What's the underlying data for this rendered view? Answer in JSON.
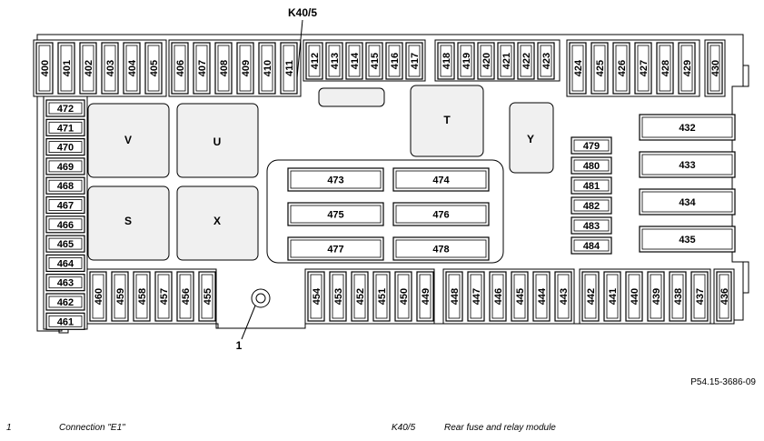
{
  "module_label": "K40/5",
  "callout_label": "1",
  "relays": {
    "V": "V",
    "U": "U",
    "T": "T",
    "Y": "Y",
    "S": "S",
    "X": "X"
  },
  "fuses": {
    "top_a": [
      "400",
      "401",
      "402",
      "403",
      "404",
      "405"
    ],
    "top_b": [
      "406",
      "407",
      "408",
      "409",
      "410",
      "411"
    ],
    "top_c": [
      "412",
      "413",
      "414",
      "415",
      "416",
      "417"
    ],
    "top_d": [
      "418",
      "419",
      "420",
      "421",
      "422",
      "423"
    ],
    "top_e": [
      "424",
      "425",
      "426",
      "427",
      "428",
      "429"
    ],
    "top_f": [
      "430"
    ],
    "left_col": [
      "472",
      "471",
      "470",
      "469",
      "468",
      "467",
      "466",
      "465",
      "464",
      "463",
      "462",
      "461"
    ],
    "bottom_a": [
      "460",
      "459",
      "458",
      "457",
      "456",
      "455"
    ],
    "bottom_b": [
      "454",
      "453",
      "452",
      "451",
      "450",
      "449"
    ],
    "bottom_c": [
      "448",
      "447",
      "446",
      "445",
      "444",
      "443"
    ],
    "bottom_d": [
      "442",
      "441",
      "440",
      "439",
      "438",
      "437"
    ],
    "bottom_e": [
      "436"
    ],
    "center": [
      "473",
      "474",
      "475",
      "476",
      "477",
      "478"
    ],
    "right_col": [
      "479",
      "480",
      "481",
      "482",
      "483",
      "484"
    ],
    "right_wide": [
      "432",
      "433",
      "434",
      "435"
    ]
  },
  "figure_id": "P54.15-3686-09",
  "legend": [
    {
      "key": "1",
      "text": "Connection \"E1\""
    },
    {
      "key": "K40/5",
      "text": "Rear fuse and relay module"
    }
  ]
}
